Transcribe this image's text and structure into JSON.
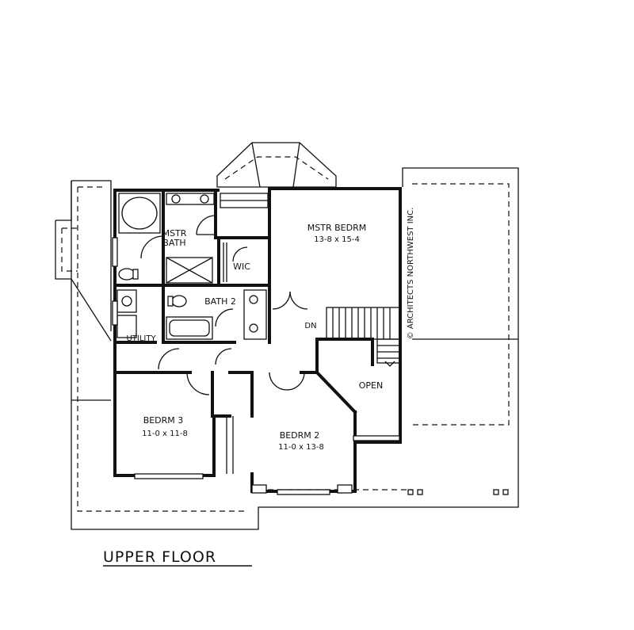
{
  "floor_title": "UPPER FLOOR",
  "copyright": "© ARCHITECTS NORTHWEST INC.",
  "rooms": [
    {
      "id": "mstr-bedrm",
      "name": "MSTR BEDRM",
      "size": "13-8 x 15-4"
    },
    {
      "id": "mstr-bath",
      "name": "MSTR",
      "name2": "BATH"
    },
    {
      "id": "wic",
      "name": "WIC"
    },
    {
      "id": "bath-2",
      "name": "BATH 2"
    },
    {
      "id": "utility",
      "name": "UTILITY"
    },
    {
      "id": "bedrm-3",
      "name": "BEDRM 3",
      "size": "11-0 x 11-8"
    },
    {
      "id": "bedrm-2",
      "name": "BEDRM 2",
      "size": "11-0 x 13-8"
    },
    {
      "id": "open",
      "name": "OPEN"
    }
  ],
  "stair_label": "DN"
}
